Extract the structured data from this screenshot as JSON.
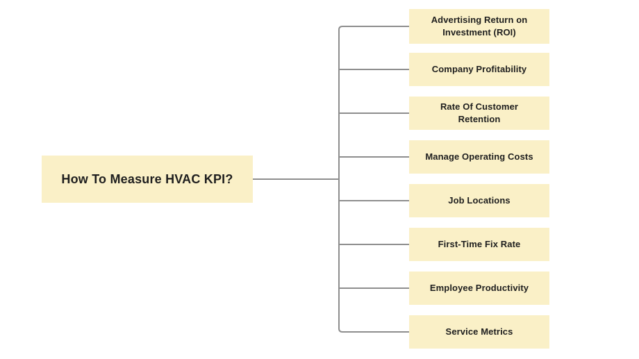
{
  "diagram": {
    "root": {
      "label": "How To Measure HVAC KPI?"
    },
    "nodes": [
      {
        "label": "Advertising Return on Investment (ROI)"
      },
      {
        "label": "Company Profitability"
      },
      {
        "label": "Rate Of Customer Retention"
      },
      {
        "label": "Manage Operating Costs"
      },
      {
        "label": "Job Locations"
      },
      {
        "label": "First-Time Fix Rate"
      },
      {
        "label": "Employee Productivity"
      },
      {
        "label": "Service Metrics"
      }
    ]
  },
  "theme": {
    "node-fill": "#FAF0C7",
    "line-color": "#8D8D8D",
    "text-color": "#1E1E1E",
    "canvas-bg": "#FFFFFF"
  }
}
